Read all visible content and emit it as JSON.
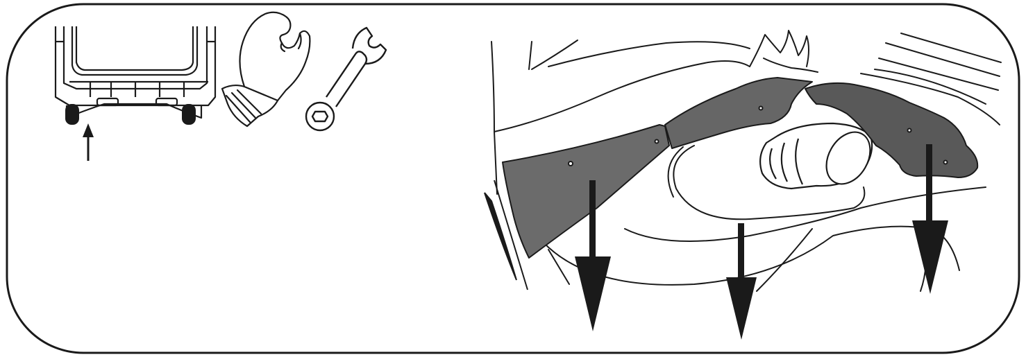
{
  "figure": {
    "panel": "instruction-panel",
    "icons": [
      "vehicle-rear-underside-icon",
      "glove-icon",
      "wrench-icon"
    ],
    "main_illustration": "underbody-cover-removal",
    "removal_arrows_count": 3
  },
  "colors": {
    "line": "#1a1a1a",
    "cover_fill": "#6b6b6b",
    "cover_fill_dark": "#595959",
    "arrow": "#1a1a1a",
    "background": "#ffffff"
  }
}
